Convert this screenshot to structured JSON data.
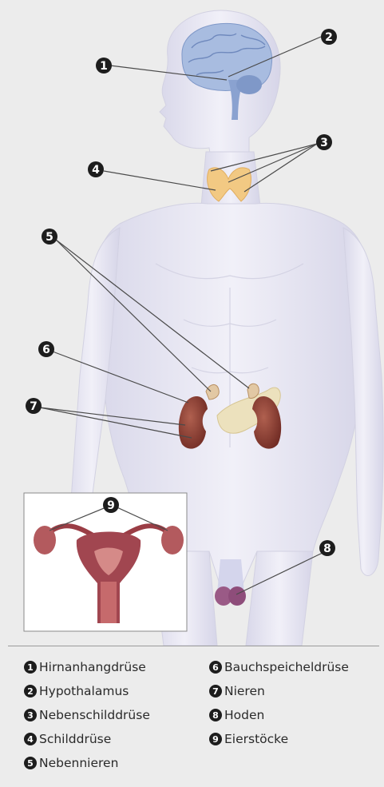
{
  "markers": [
    {
      "num": "1"
    },
    {
      "num": "2"
    },
    {
      "num": "3"
    },
    {
      "num": "4"
    },
    {
      "num": "5"
    },
    {
      "num": "6"
    },
    {
      "num": "7"
    },
    {
      "num": "8"
    },
    {
      "num": "9"
    }
  ],
  "legend": [
    {
      "num": "1",
      "label": "Hirnanhangdrüse"
    },
    {
      "num": "2",
      "label": "Hypothalamus"
    },
    {
      "num": "3",
      "label": "Nebenschilddrüse"
    },
    {
      "num": "4",
      "label": "Schilddrüse"
    },
    {
      "num": "5",
      "label": "Nebennieren"
    },
    {
      "num": "6",
      "label": "Bauchspeicheldrüse"
    },
    {
      "num": "7",
      "label": "Nieren"
    },
    {
      "num": "8",
      "label": "Hoden"
    },
    {
      "num": "9",
      "label": "Eierstöcke"
    }
  ],
  "colors": {
    "background": "#ececec",
    "body": "#e4e3f0",
    "brain": "#9fb4d8",
    "thyroid": "#f2c983",
    "kidney": "#8c3e33",
    "pancreas": "#ece1bd",
    "uterus": "#a14650",
    "marker": "#1d1d1d"
  }
}
